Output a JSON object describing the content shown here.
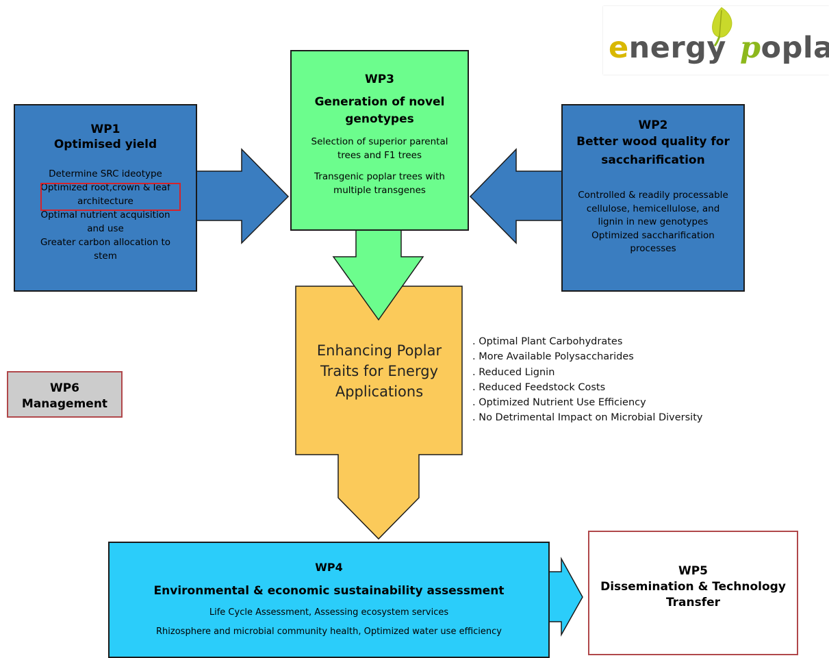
{
  "logo": {
    "e": "e",
    "nergy": "nergy",
    "p": "p",
    "oplar": "oplar"
  },
  "wp1": {
    "title": "WP1",
    "subtitle": "Optimised yield",
    "items": [
      "Determine SRC ideotype",
      "Optimized root,crown & leaf",
      "architecture",
      "Optimal nutrient acquisition",
      "and use",
      "Greater carbon allocation to",
      "stem"
    ]
  },
  "wp3": {
    "title": "WP3",
    "subtitle_lines": [
      "Generation of novel",
      "genotypes"
    ],
    "para1": [
      "Selection of superior parental",
      "trees and F1 trees"
    ],
    "para2": [
      "Transgenic poplar trees with",
      "multiple transgenes"
    ]
  },
  "wp2": {
    "title": "WP2",
    "subtitle_lines": [
      "Better wood quality for",
      "saccharification"
    ],
    "items": [
      "Controlled & readily processable",
      "cellulose, hemicellulose, and",
      "lignin in new genotypes",
      "Optimized saccharification",
      "processes"
    ]
  },
  "center": {
    "lines": [
      "Enhancing Poplar",
      "Traits for Energy",
      "Applications"
    ]
  },
  "bullets": [
    ". Optimal Plant Carbohydrates",
    ". More Available Polysaccharides",
    ". Reduced Lignin",
    ". Reduced Feedstock Costs",
    ". Optimized Nutrient Use Efficiency",
    ". No Detrimental Impact on Microbial Diversity"
  ],
  "wp6": {
    "title": "WP6",
    "subtitle": "Management"
  },
  "wp4": {
    "title": "WP4",
    "subtitle": "Environmental & economic sustainability assessment",
    "line1": "Life Cycle Assessment, Assessing ecosystem services",
    "line2": "Rhizosphere and microbial community health, Optimized water use efficiency"
  },
  "wp5": {
    "title": "WP5",
    "subtitle_lines": [
      "Dissemination & Technology",
      "Transfer"
    ]
  },
  "colors": {
    "wp_blue": "#3a7dc0",
    "wp3_green": "#6cfd8d",
    "center_orange": "#fbca5a",
    "wp4_cyan": "#2bcdfa",
    "wp6_gray": "#cccccc",
    "highlight_red": "#d6232a",
    "frame_red": "#b0474a"
  }
}
